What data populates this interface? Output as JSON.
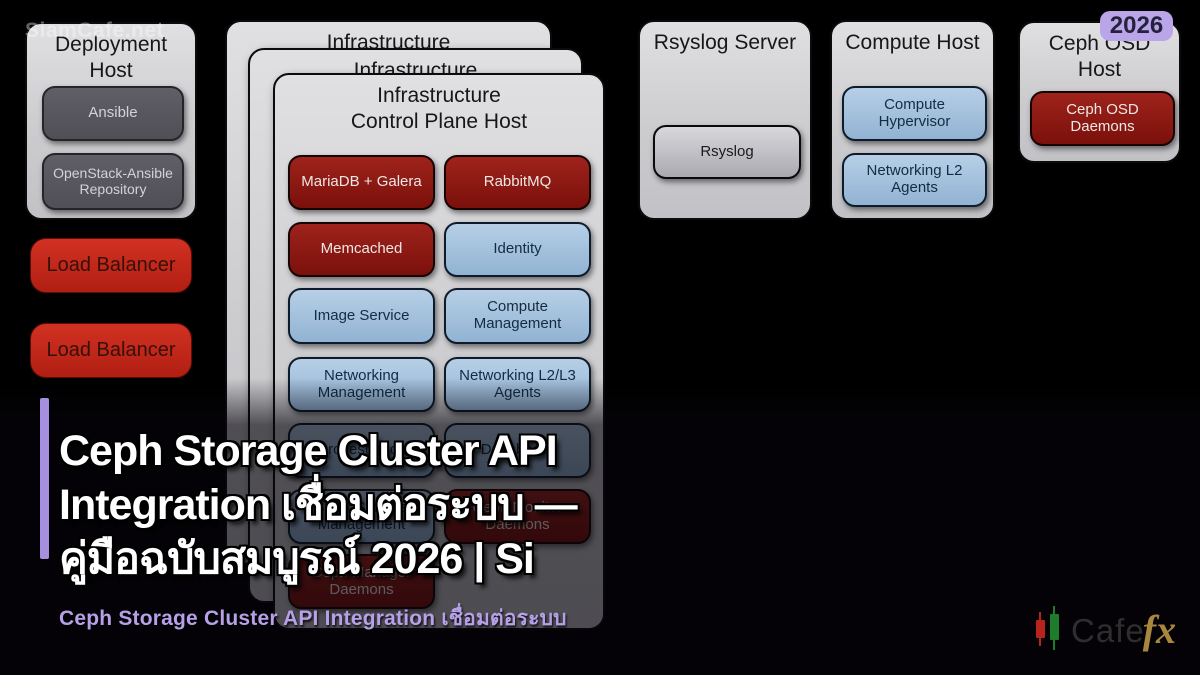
{
  "watermark": "SiamCafe.net",
  "badge": "2026",
  "overlay": {
    "title_line1": "Ceph Storage Cluster API",
    "title_line2": "Integration เชื่อมต่อระบบ —",
    "title_line3": "คู่มือฉบับสมบูรณ์ 2026 | Si",
    "subtitle": "Ceph Storage Cluster API Integration เชื่อมต่อระบบ"
  },
  "logo": {
    "brand": "Cafe",
    "suffix": "fx"
  },
  "diagram": {
    "deployment_host": {
      "title": "Deployment Host",
      "boxes": [
        {
          "label": "Ansible"
        },
        {
          "label": "OpenStack-Ansible Repository"
        }
      ]
    },
    "load_balancers": [
      "Load Balancer",
      "Load Balancer"
    ],
    "infra_stack": {
      "back_title": "Infrastructure",
      "middle_title": "Infrastructure",
      "front_title_line1": "Infrastructure",
      "front_title_line2": "Control Plane Host",
      "boxes": [
        {
          "label": "MariaDB + Galera",
          "color": "darkred"
        },
        {
          "label": "RabbitMQ",
          "color": "darkred"
        },
        {
          "label": "Memcached",
          "color": "darkred"
        },
        {
          "label": "Identity",
          "color": "blue"
        },
        {
          "label": "Image Service",
          "color": "blue"
        },
        {
          "label": "Compute Management",
          "color": "blue"
        },
        {
          "label": "Networking Management",
          "color": "blue"
        },
        {
          "label": "Networking L2/L3 Agents",
          "color": "blue"
        },
        {
          "label": "Orchestration",
          "color": "blue"
        },
        {
          "label": "Dashboard",
          "color": "blue"
        },
        {
          "label": "Block Storage Management",
          "color": "blue"
        },
        {
          "label": "Ceph Monitor Daemons",
          "color": "darkred"
        },
        {
          "label": "Ceph Manager Daemons",
          "color": "darkred"
        }
      ]
    },
    "rsyslog_server": {
      "title": "Rsyslog Server",
      "boxes": [
        {
          "label": "Rsyslog"
        }
      ]
    },
    "compute_host": {
      "title": "Compute Host",
      "boxes": [
        {
          "label": "Compute Hypervisor"
        },
        {
          "label": "Networking L2 Agents"
        }
      ]
    },
    "ceph_osd_host": {
      "title": "Ceph OSD Host",
      "boxes": [
        {
          "label": "Ceph OSD Daemons"
        }
      ]
    }
  },
  "colors": {
    "accent_purple": "#b3a0e8",
    "badge_bg": "#b9a5e8",
    "subtitle_text": "#b7a0e8",
    "box_blue": "#9db9d8",
    "box_darkred": "#8c1813",
    "load_balancer_red": "#c5271b",
    "logo_gold": "#a8883c",
    "candle_red": "#b8241c",
    "candle_green": "#1e7d2a"
  }
}
